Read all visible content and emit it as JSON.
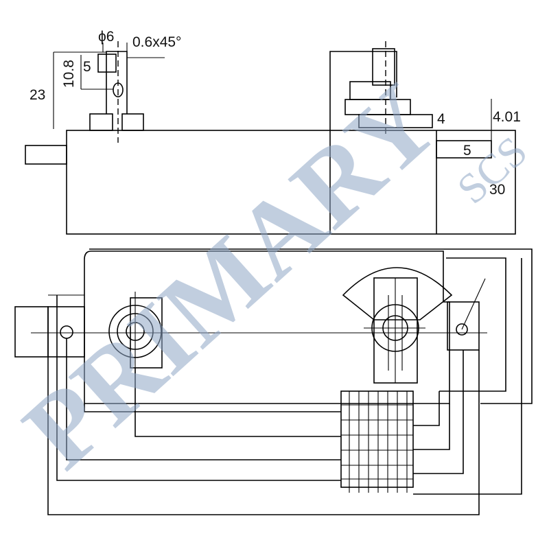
{
  "dimensions": {
    "phi6": "ϕ6",
    "chamfer": "0.6x45°",
    "d5_top": "5",
    "d10_8": "10.8",
    "d23": "23",
    "d4": "4",
    "d4_01": "4.01",
    "d5_right": "5",
    "d30": "30"
  },
  "watermark": {
    "main": "PRIMARY",
    "sub": "SCS"
  }
}
